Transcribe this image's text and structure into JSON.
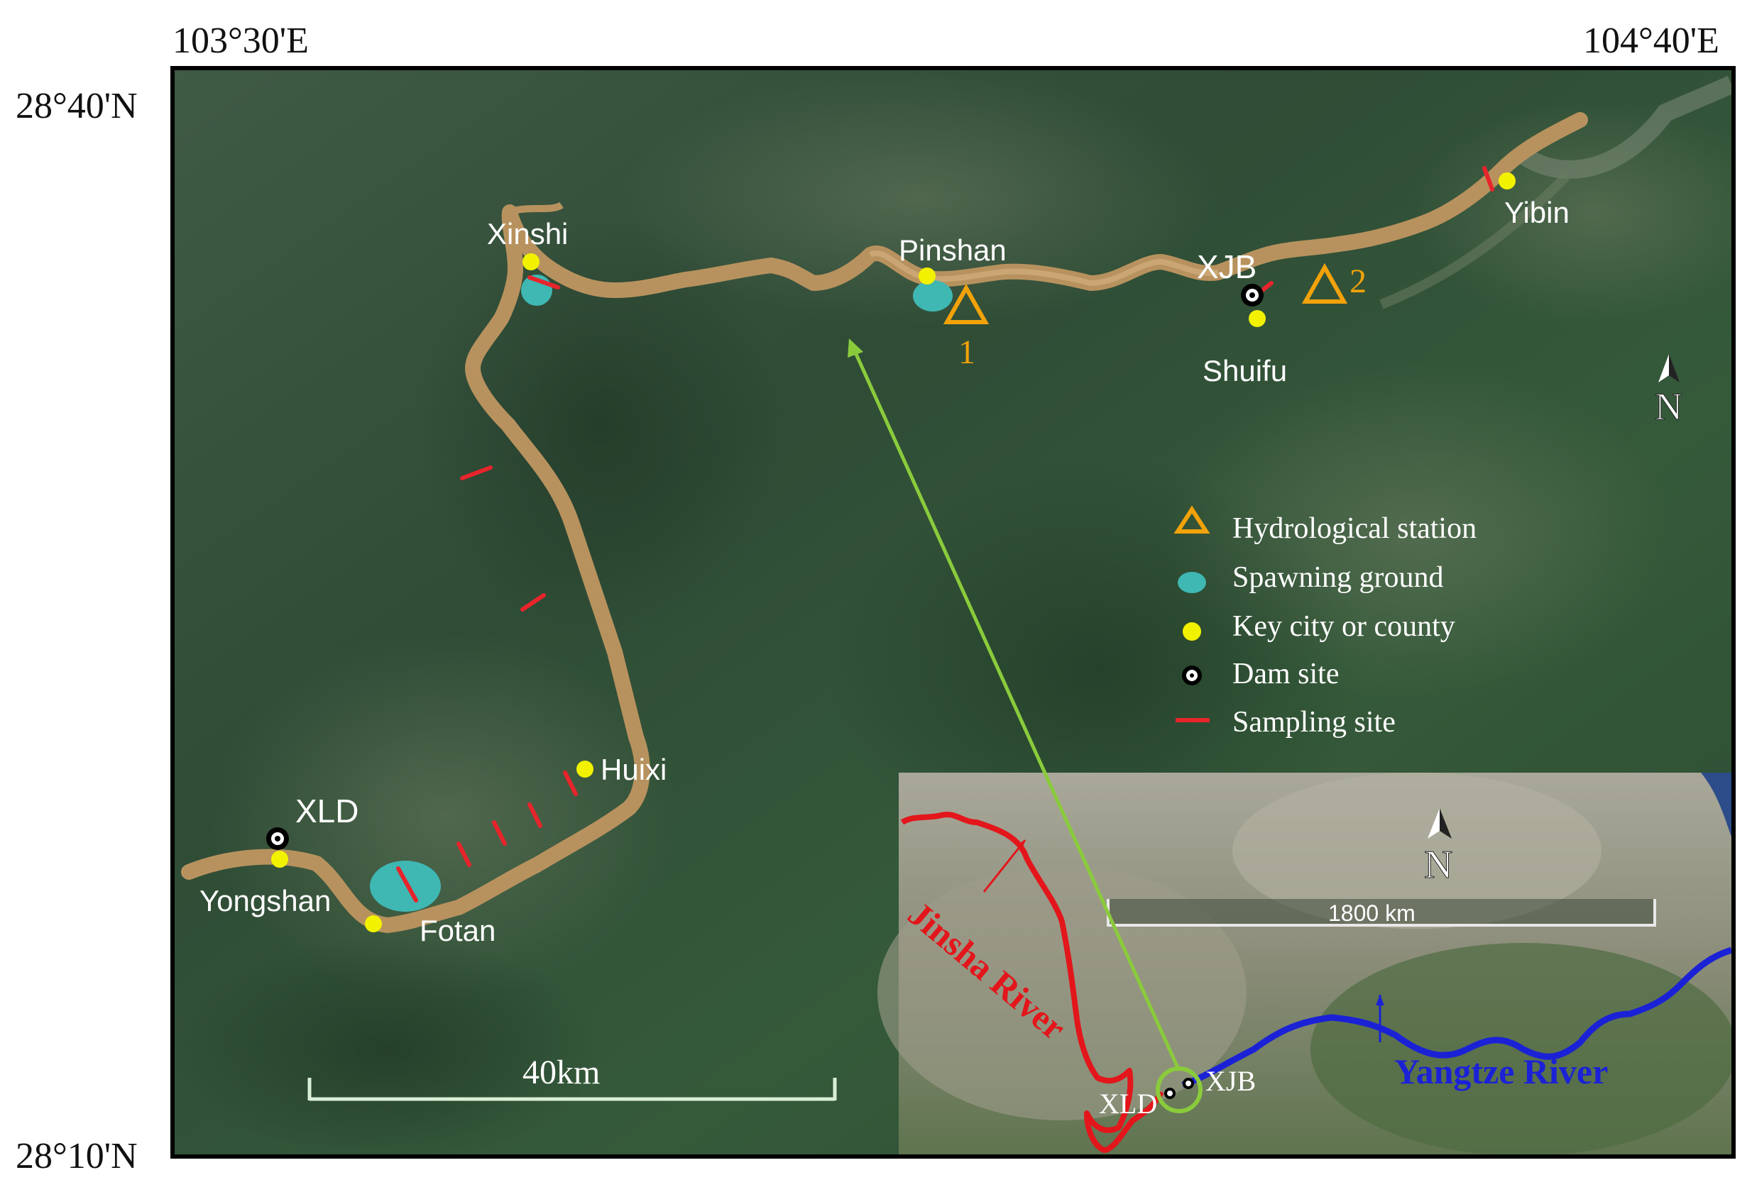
{
  "coords": {
    "lon_left": "103°30'E",
    "lon_right": "104°40'E",
    "lat_top": "28°40'N",
    "lat_bottom": "28°10'N"
  },
  "places": {
    "xinshi": "Xinshi",
    "pinshan": "Pinshan",
    "xjb": "XJB",
    "shuifu": "Shuifu",
    "yibin": "Yibin",
    "huixi": "Huixi",
    "xld": "XLD",
    "yongshan": "Yongshan",
    "fotan": "Fotan"
  },
  "stations": {
    "s1": "1",
    "s2": "2"
  },
  "north": "N",
  "scale_main": "40km",
  "legend": {
    "hydrological_station": "Hydrological station",
    "spawning_ground": "Spawning ground",
    "key_city": "Key city or county",
    "dam_site": "Dam site",
    "sampling_site": "Sampling site"
  },
  "inset": {
    "north": "N",
    "scale": "1800 km",
    "jinsha": "Jinsha River",
    "yangtze": "Yangtze River",
    "xld": "XLD",
    "xjb": "XJB"
  },
  "colors": {
    "river": "#b8925e",
    "spawning": "#3fb7b2",
    "city": "#f2f200",
    "station": "#f2a20a",
    "sampling": "#e8242b",
    "pointer": "#8acb3c",
    "jinsha": "#e3161b",
    "yangtze": "#1b22d6"
  }
}
